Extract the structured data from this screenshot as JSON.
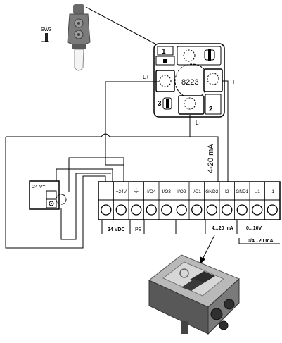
{
  "switch": {
    "label": "SW3"
  },
  "transmitter": {
    "model": "8223",
    "pins": [
      "1",
      "2",
      "3"
    ],
    "wire_labels": {
      "l_plus": "L+",
      "l_minus": "L-",
      "i_out": "I"
    }
  },
  "power_supply": {
    "label": "24 V="
  },
  "signal_label": "4-20 mA",
  "terminal_block": {
    "terminals": [
      "-",
      "+24V",
      "⏚",
      "I/O4",
      "I/O3",
      "I/O2",
      "I/O1",
      "GND2",
      "I2",
      "GND1",
      "U1",
      "I1"
    ],
    "groups": [
      "24 VDC",
      "PE",
      "4...20 mA",
      "0...10V",
      "0/4...20 mA"
    ]
  }
}
